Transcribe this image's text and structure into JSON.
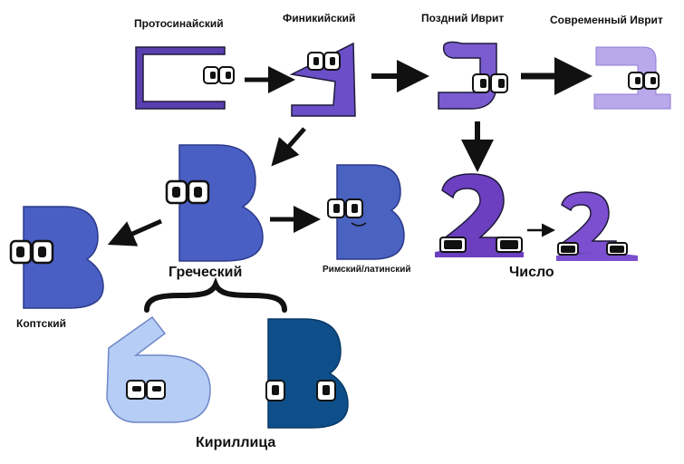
{
  "labels": {
    "proto_sinaitic": "Протосинайский",
    "phoenician": "Финикийский",
    "late_hebrew": "Поздний Иврит",
    "modern_hebrew": "Современный Иврит",
    "greek": "Греческий",
    "roman_latin": "Римский/латинский",
    "number": "Число",
    "coptic": "Коптский",
    "cyrillic": "Кириллица"
  },
  "colors": {
    "proto_sinaitic": "#5a3fb0",
    "phoenician": "#6b4fc8",
    "late_hebrew": "#7a5cd0",
    "modern_hebrew": "#b9a8ea",
    "greek": "#4a5fc4",
    "roman_latin": "#4a62c0",
    "number": "#6c3fc0",
    "coptic": "#4a5fc4",
    "cyrillic_light": "#b6cdf5",
    "cyrillic_dark": "#0e4f8a",
    "arrow": "#111111",
    "outline": "#1e1a3a"
  },
  "icons": [
    "arrow-right-icon",
    "arrow-down-icon",
    "arrow-down-left-icon",
    "curly-brace-icon",
    "googly-eyes-icon",
    "sunglasses-icon"
  ]
}
